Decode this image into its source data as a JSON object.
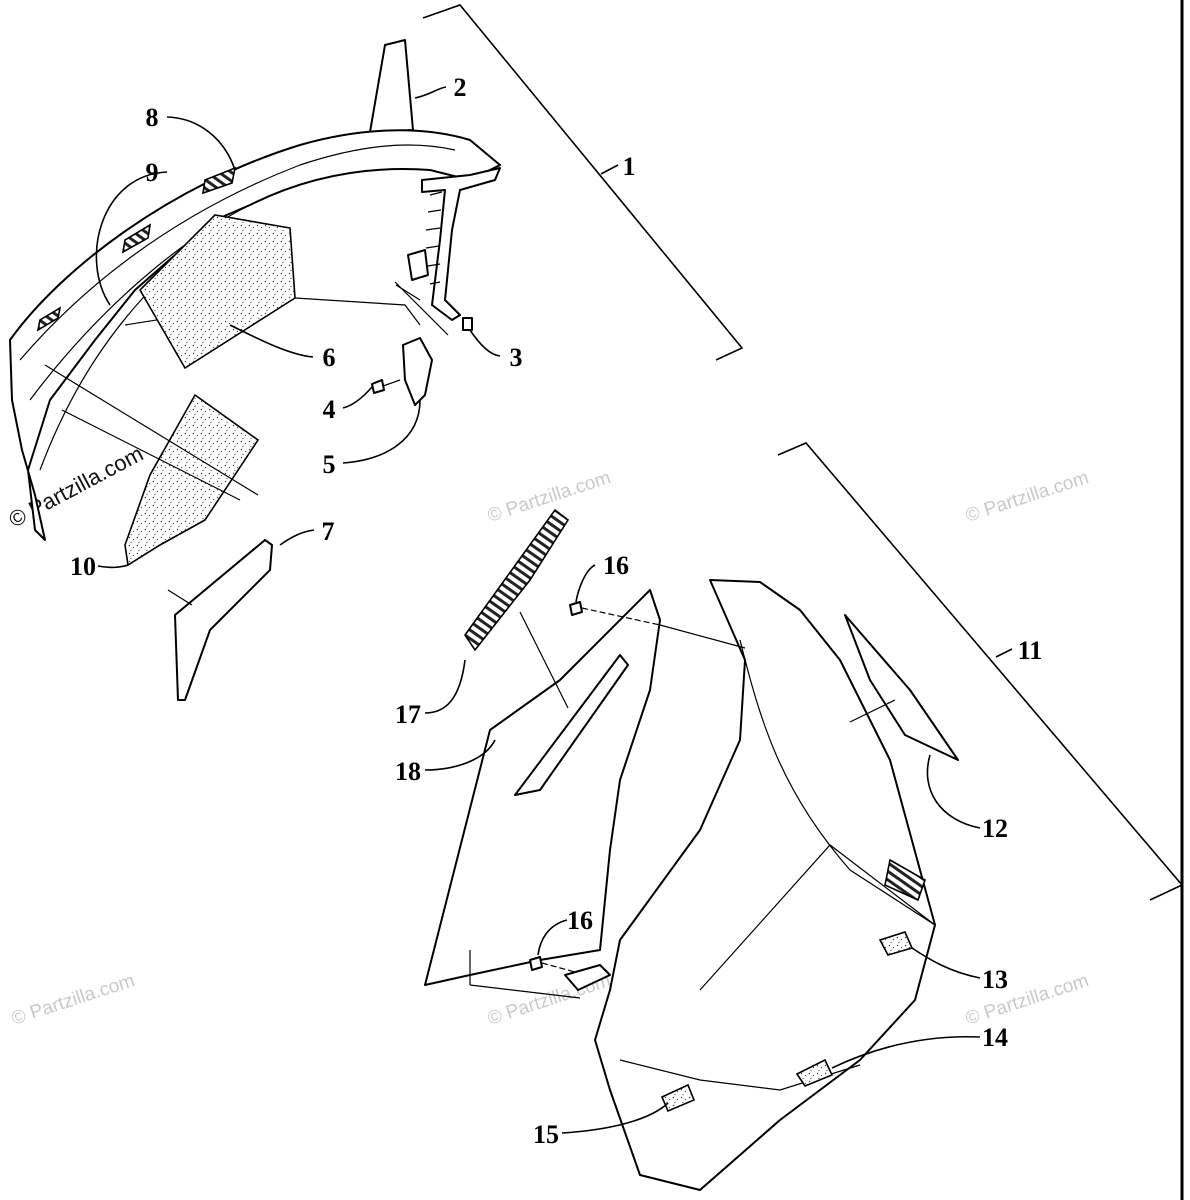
{
  "diagram": {
    "callouts": [
      "1",
      "2",
      "3",
      "4",
      "5",
      "6",
      "7",
      "8",
      "9",
      "10",
      "11",
      "12",
      "13",
      "14",
      "15",
      "16",
      "16",
      "17",
      "18"
    ],
    "watermark": "Partzilla.com",
    "watermark_symbol": "©"
  }
}
